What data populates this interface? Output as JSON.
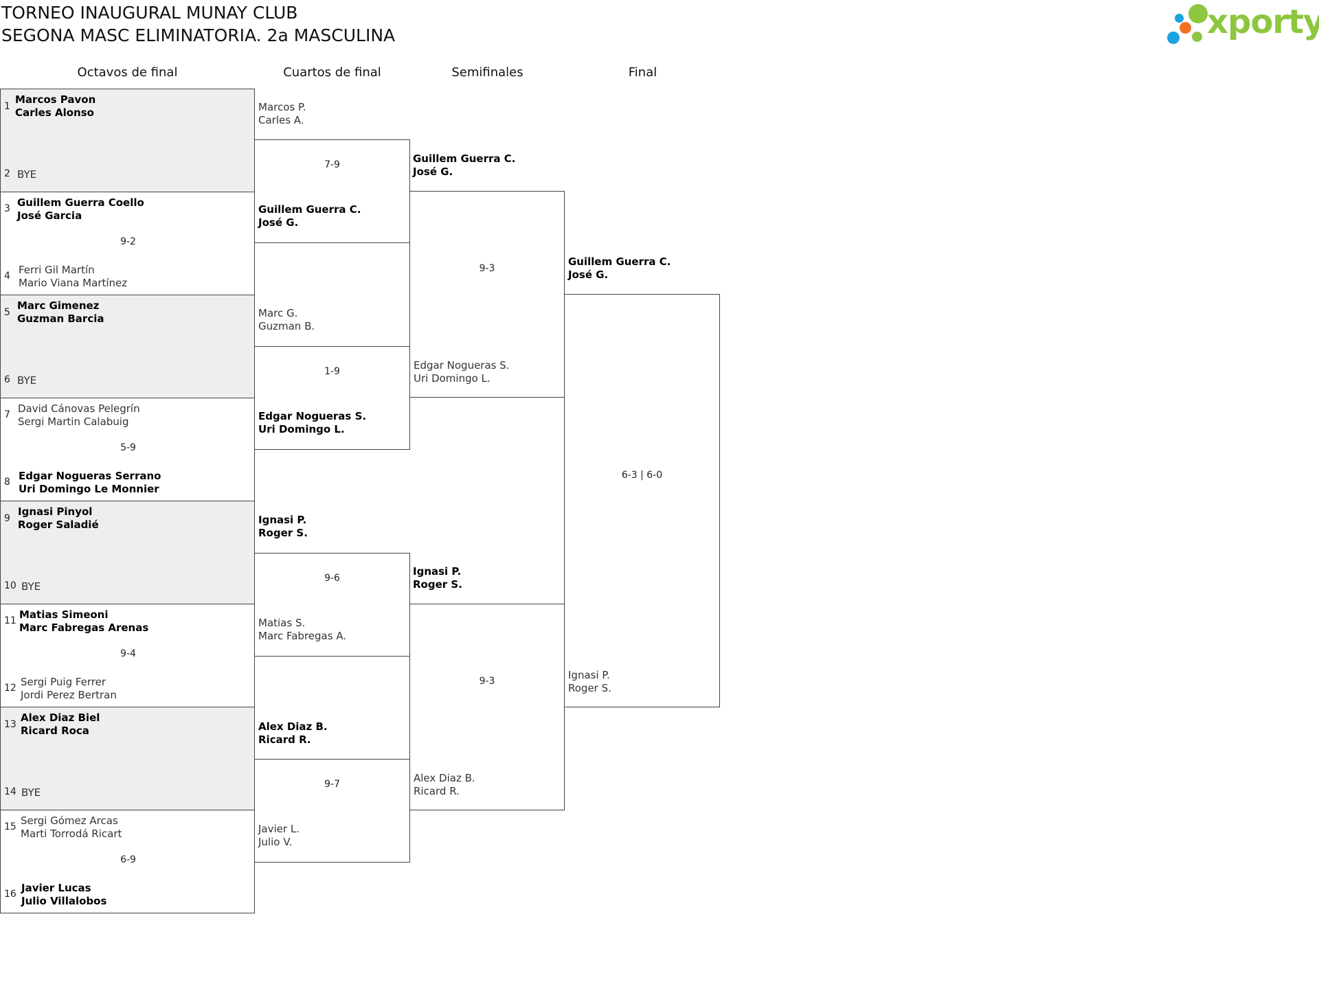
{
  "header": {
    "title_line1": "TORNEO INAUGURAL MUNAY CLUB",
    "title_line2": "SEGONA MASC ELIMINATORIA. 2a MASCULINA",
    "logo_text": "xporty",
    "logo_colors": {
      "green": "#8dc63f",
      "blue": "#1aa3e0",
      "orange": "#f37021"
    }
  },
  "rounds": {
    "r16": "Octavos de final",
    "qf": "Cuartos de final",
    "sf": "Semifinales",
    "final": "Final"
  },
  "r16": [
    {
      "seed_top": "1",
      "top": [
        "Marcos Pavon",
        "Carles Alonso"
      ],
      "seed_bottom": "2",
      "bottom": "BYE",
      "score": ""
    },
    {
      "seed_top": "3",
      "top": [
        "Guillem Guerra Coello",
        "José Garcia"
      ],
      "seed_bottom": "4",
      "bottom": [
        "Ferri Gil Martín",
        "Mario Viana Martínez"
      ],
      "score": "9-2"
    },
    {
      "seed_top": "5",
      "top": [
        "Marc Gimenez",
        "Guzman Barcia"
      ],
      "seed_bottom": "6",
      "bottom": "BYE",
      "score": ""
    },
    {
      "seed_top": "7",
      "top": [
        "David Cánovas Pelegrín",
        "Sergi Martin Calabuig"
      ],
      "seed_bottom": "8",
      "bottom": [
        "Edgar Nogueras Serrano",
        "Uri Domingo Le Monnier"
      ],
      "score": "5-9"
    },
    {
      "seed_top": "9",
      "top": [
        "Ignasi Pinyol",
        "Roger Saladié"
      ],
      "seed_bottom": "10",
      "bottom": "BYE",
      "score": ""
    },
    {
      "seed_top": "11",
      "top": [
        "Matias Simeoni",
        "Marc Fabregas Arenas"
      ],
      "seed_bottom": "12",
      "bottom": [
        "Sergi Puig Ferrer",
        "Jordi Perez Bertran"
      ],
      "score": "9-4"
    },
    {
      "seed_top": "13",
      "top": [
        "Alex Diaz Biel",
        "Ricard Roca"
      ],
      "seed_bottom": "14",
      "bottom": "BYE",
      "score": ""
    },
    {
      "seed_top": "15",
      "top": [
        "Sergi Gómez Arcas",
        "Marti Torrodá Ricart"
      ],
      "seed_bottom": "16",
      "bottom": [
        "Javier Lucas",
        "Julio Villalobos"
      ],
      "score": "6-9"
    }
  ],
  "qf": [
    {
      "top": [
        "Marcos P.",
        "Carles A."
      ],
      "bottom": [
        "Guillem Guerra C.",
        "José G."
      ],
      "score": "7-9"
    },
    {
      "top": [
        "Marc G.",
        "Guzman B."
      ],
      "bottom": [
        "Edgar Nogueras S.",
        "Uri Domingo L."
      ],
      "score": "1-9"
    },
    {
      "top": [
        "Ignasi P.",
        "Roger S."
      ],
      "bottom": [
        "Matias S.",
        "Marc Fabregas A."
      ],
      "score": "9-6"
    },
    {
      "top": [
        "Alex Diaz B.",
        "Ricard R."
      ],
      "bottom": [
        "Javier L.",
        "Julio V."
      ],
      "score": "9-7"
    }
  ],
  "sf": [
    {
      "top": [
        "Guillem Guerra C.",
        "José G."
      ],
      "bottom": [
        "Edgar Nogueras S.",
        "Uri Domingo L."
      ],
      "score": "9-3"
    },
    {
      "top": [
        "Ignasi P.",
        "Roger S."
      ],
      "bottom": [
        "Alex Diaz B.",
        "Ricard R."
      ],
      "score": "9-3"
    }
  ],
  "final": {
    "top": [
      "Guillem Guerra C.",
      "José G."
    ],
    "bottom": [
      "Ignasi P.",
      "Roger S."
    ],
    "score": "6-3 | 6-0"
  }
}
